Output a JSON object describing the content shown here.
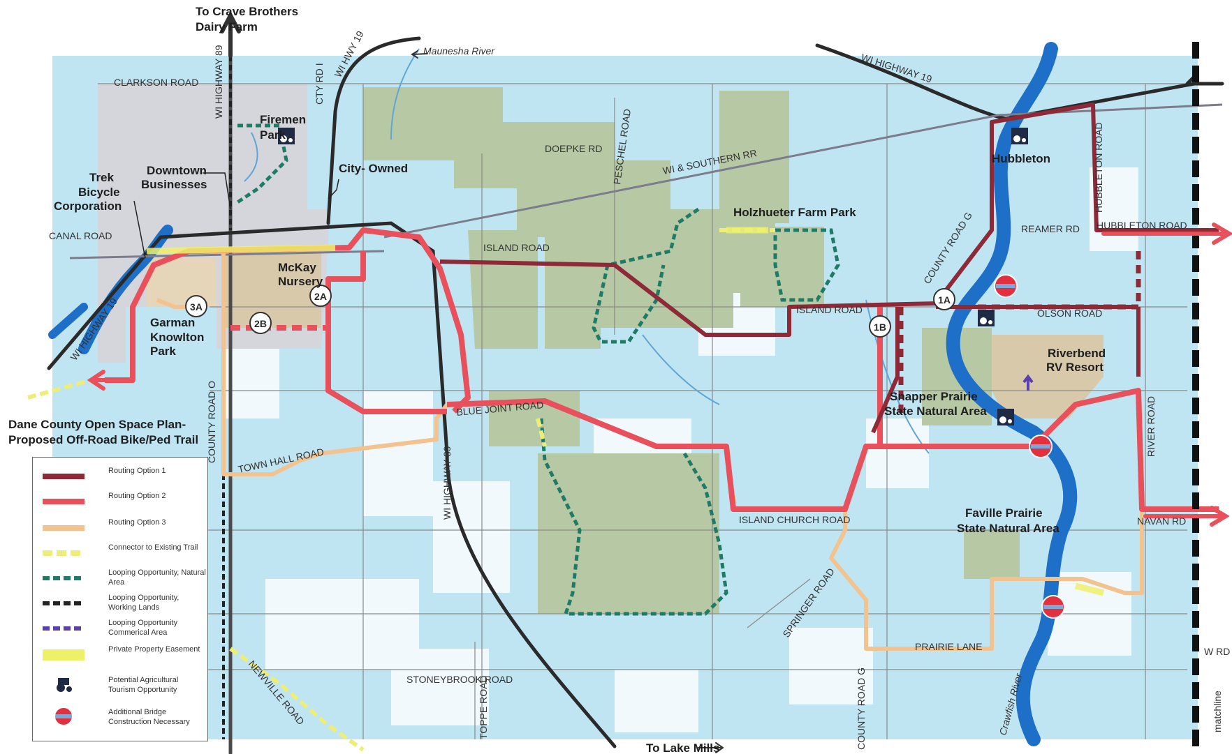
{
  "labels": {
    "crave_brothers": "To Crave Brothers",
    "dairy_farm": "Dairy Farm",
    "maunesha_river": "Maunesha River",
    "clarkson_road": "CLARKSON ROAD",
    "wi_highway_89_north": "WI HIGHWAY 89",
    "cty_rd_i": "CTY RD I",
    "wi_hwy_19": "WI HWY 19",
    "wi_highway_19_ne": "WI HIGHWAY 19",
    "firemen": "Firemen",
    "park": "Park",
    "downtown": "Downtown",
    "businesses": "Businesses",
    "trek": "Trek",
    "bicycle": "Bicycle",
    "corporation": "Corporation",
    "city_owned": "City- Owned",
    "doepke_rd": "DOEPKE RD",
    "peschel_road": "PESCHEL ROAD",
    "wi_southern_rr": "WI & SOUTHERN RR",
    "holzhueter": "Holzhueter Farm Park",
    "hubbleton": "Hubbleton",
    "hubbleton_road_v": "HUBBLETON ROAD",
    "hubbleton_road_h": "HUBBLETON ROAD",
    "reamer_rd": "REAMER RD",
    "canal_road": "CANAL ROAD",
    "island_road_1": "ISLAND ROAD",
    "island_road_2": "ISLAND ROAD",
    "county_road_g_n": "COUNTY ROAD G",
    "olson_road": "OLSON ROAD",
    "mckay": "McKay",
    "nursery": "Nursery",
    "garman": "Garman",
    "knowlton": "Knowlton",
    "park2": "Park",
    "wi_highway_19_sw": "WI HIGHWAY 19",
    "riverbend": "Riverbend",
    "rv_resort": "RV Resort",
    "snapper": "Snapper Prairie",
    "snapper2": "State Natural Area",
    "blue_joint_road": "BLUE JOINT ROAD",
    "river_road": "RIVER ROAD",
    "county_road_o": "COUNTY ROAD O",
    "town_hall_road": "TOWN HALL ROAD",
    "wi_highway_89_s": "WI HIGHWAY 89",
    "dane1": "Dane County Open Space Plan-",
    "dane2": "Proposed Off-Road Bike/Ped Trail",
    "island_church_road": "ISLAND CHURCH ROAD",
    "faville": "Faville Prairie",
    "faville2": "State Natural Area",
    "navan_rd": "NAVAN RD",
    "springer_road": "SPRINGER ROAD",
    "prairie_lane": "PRAIRIE LANE",
    "w_rd": "W RD",
    "newville_road": "NEWVILLE ROAD",
    "stoneybrook_road": "STONEYBROOK ROAD",
    "toppe_road": "TOPPE ROAD",
    "county_road_g_s": "COUNTY ROAD G",
    "crawfish_river": "Crawfish River",
    "matchline": "matchline",
    "lake_mills": "To Lake Mills"
  },
  "callouts": {
    "c1a": "1A",
    "c1b": "1B",
    "c2a": "2A",
    "c2b": "2B",
    "c3a": "3A"
  },
  "legend": [
    {
      "label": "Routing Option 1",
      "style": "solid",
      "color": "#8e2a38"
    },
    {
      "label": "Routing Option 2",
      "style": "solid",
      "color": "#e8505b"
    },
    {
      "label": "Routing Option 3",
      "style": "solid",
      "color": "#f3c38f"
    },
    {
      "label": "Connector to Existing Trail",
      "style": "dash",
      "color": "#eded7a"
    },
    {
      "label": "Looping Opportunity, Natural Area",
      "style": "dash",
      "color": "#1f7a66"
    },
    {
      "label": "Looping Opportunity, Working Lands",
      "style": "dash",
      "color": "#222222"
    },
    {
      "label": "Looping Opportunity Commerical Area",
      "style": "dash",
      "color": "#5b3fae"
    },
    {
      "label": "Private Property Easement",
      "style": "band",
      "color": "#eef06a"
    },
    {
      "label": "Potential Agricultural Tourism Opportunity",
      "style": "tractor-icon",
      "color": "#1f2a44"
    },
    {
      "label": "Additional Bridge Construction Necessary",
      "style": "bridge-icon",
      "color": "#e2303f"
    }
  ],
  "colors": {
    "water": "#bfe4f2",
    "river": "#1e6fc8",
    "natural_area": "#b7c9a4",
    "urban": "#d4d6dc",
    "option1": "#8e2a38",
    "option2": "#e8505b",
    "option3": "#f3c38f",
    "highway": "#2a2a2a"
  }
}
